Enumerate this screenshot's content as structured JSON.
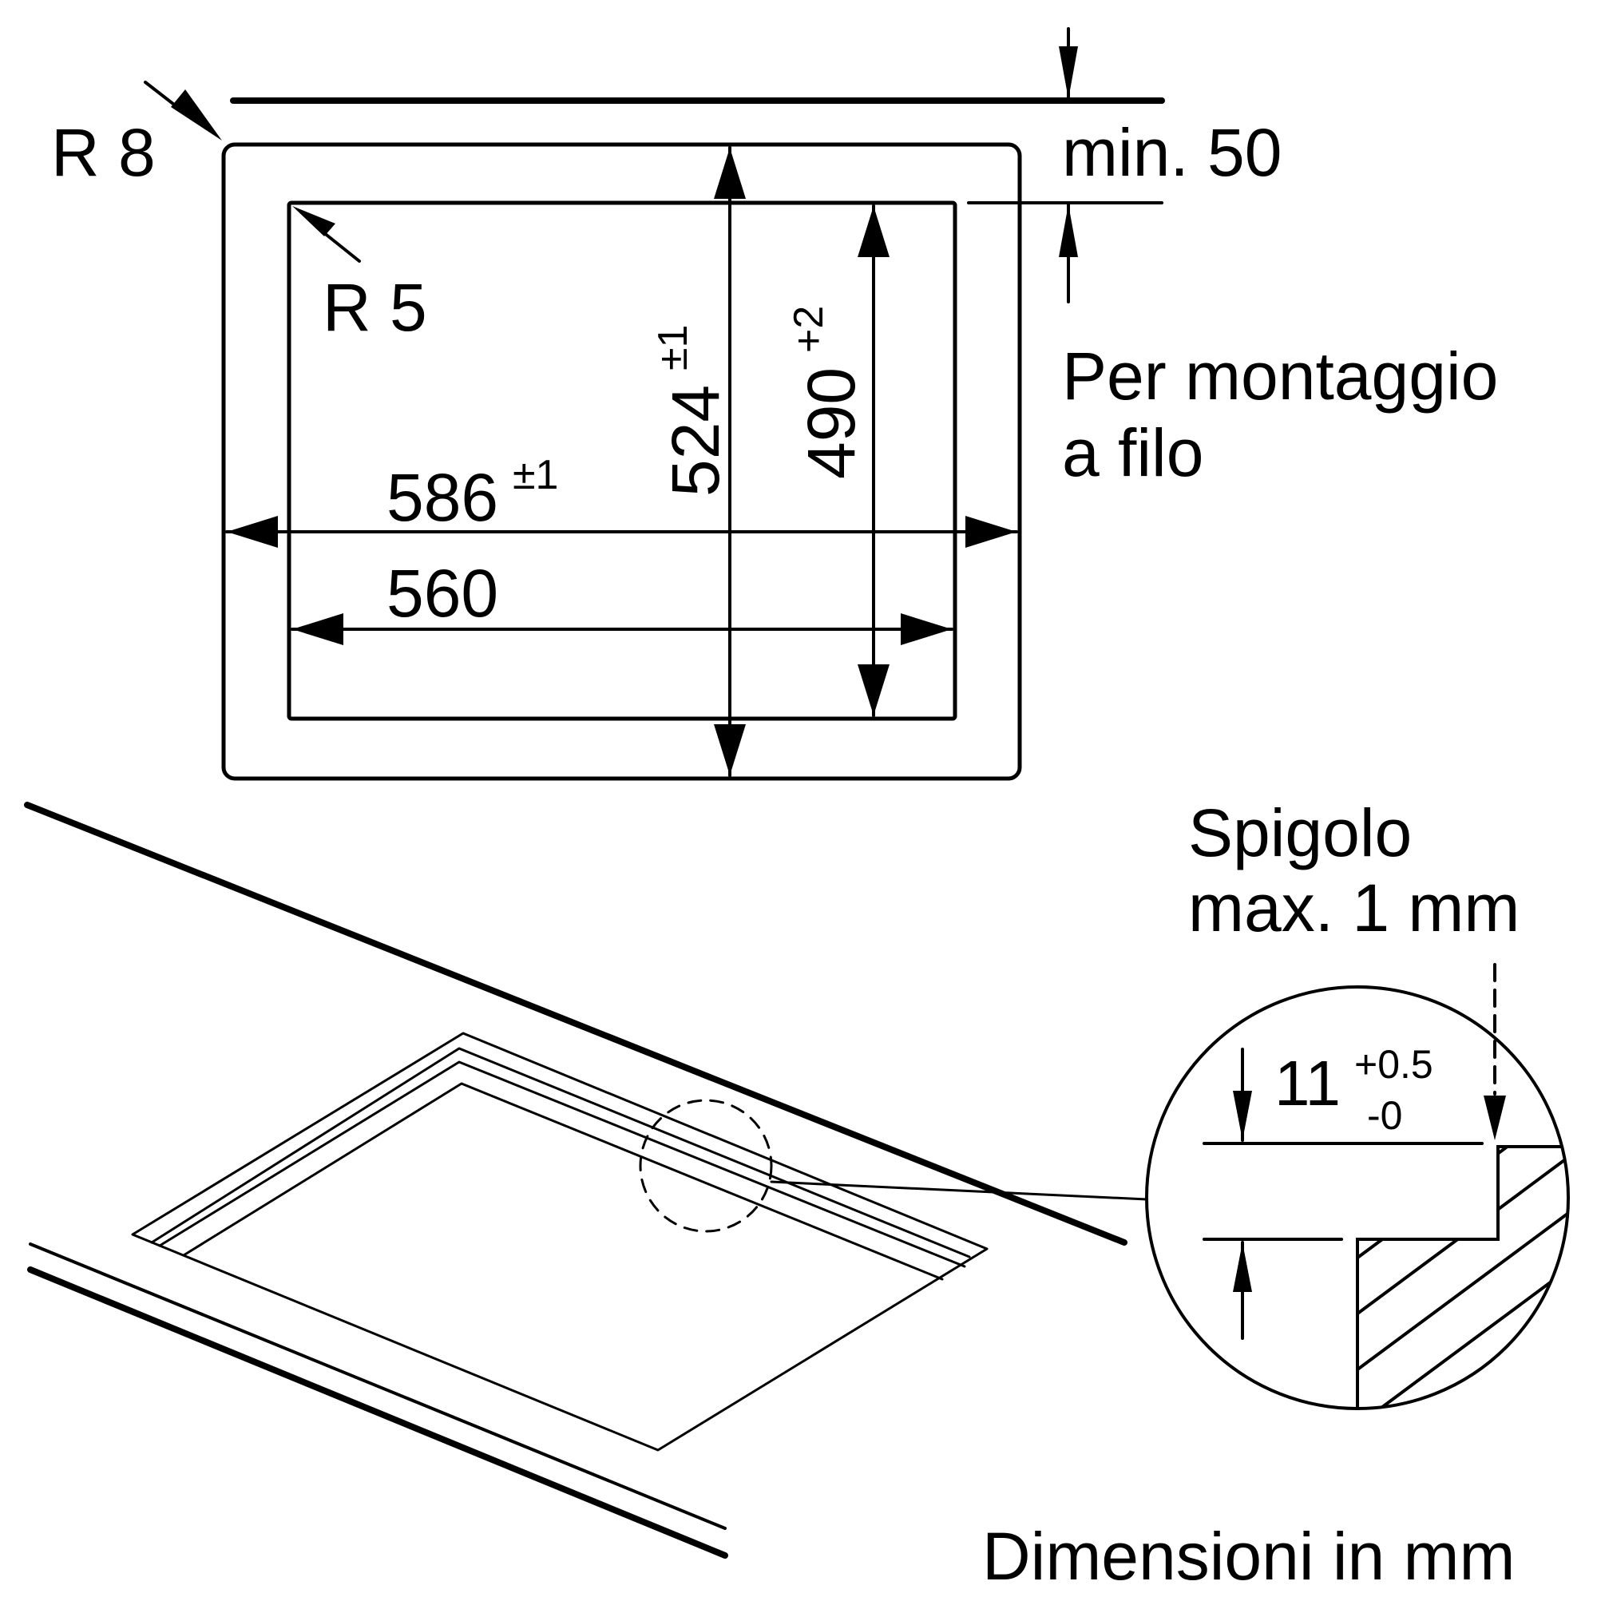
{
  "labels": {
    "r8": "R 8",
    "r5": "R 5",
    "min50": "min. 50",
    "flush_line1": "Per montaggio",
    "flush_line2": "a filo",
    "width_outer": "586",
    "width_outer_tol": "±1",
    "width_inner": "560",
    "depth_outer": "524",
    "depth_outer_tol": "±1",
    "depth_inner": "490",
    "depth_inner_tol": "+2",
    "edge_line1": "Spigolo",
    "edge_line2": "max. 1 mm",
    "rebate_depth": "11",
    "rebate_tol_plus": "+0.5",
    "rebate_tol_minus": "-0",
    "units_note": "Dimensioni in mm"
  },
  "colors": {
    "stroke": "#000000",
    "background": "#ffffff"
  }
}
